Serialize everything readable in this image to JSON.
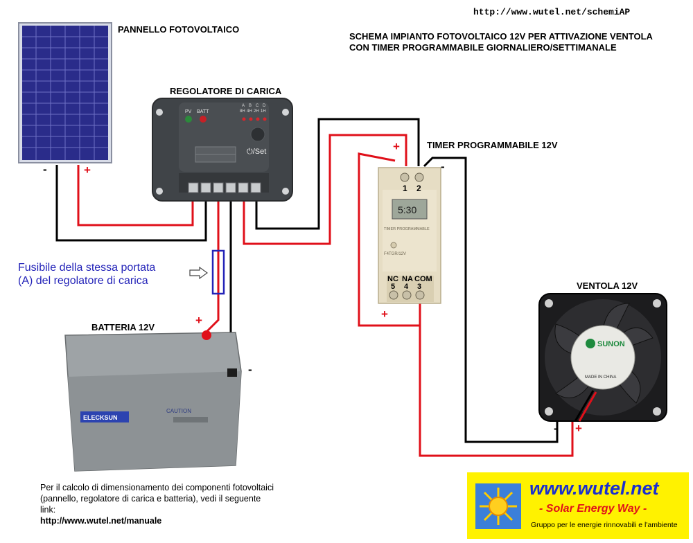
{
  "header": {
    "url": "http://www.wutel.net/schemiAP",
    "title_line1": "SCHEMA IMPIANTO FOTOVOLTAICO 12V PER ATTIVAZIONE VENTOLA",
    "title_line2": "CON TIMER PROGRAMMABILE GIORNALIERO/SETTIMANALE"
  },
  "components": {
    "panel": "PANNELLO FOTOVOLTAICO",
    "regulator": "REGOLATORE DI CARICA",
    "timer": "TIMER PROGRAMMABILE 12V",
    "fan": "VENTOLA 12V",
    "battery": "BATTERIA 12V"
  },
  "regulator_labels": {
    "pv": "PV",
    "batt": "BATT",
    "timer_letters": [
      "A",
      "B",
      "C",
      "D"
    ],
    "timer_hours": [
      "8H",
      "4H",
      "2H",
      "1H"
    ],
    "set": "⏻/Set"
  },
  "timer_labels": {
    "top_terminals": [
      "1",
      "2"
    ],
    "display": "5:30",
    "brand": "TIMER PROGRAMMABLE",
    "model": "F4TGR/12V",
    "bottom_names": [
      "NC",
      "NA",
      "COM"
    ],
    "bottom_numbers": [
      "5",
      "4",
      "3"
    ]
  },
  "fan_labels": {
    "brand": "SUNON",
    "made": "MADE IN CHINA"
  },
  "battery_labels": {
    "brand": "ELECKSUN",
    "caution": "CAUTION"
  },
  "polarity": {
    "panel_minus": "-",
    "panel_plus": "+",
    "battery_plus": "+",
    "battery_minus": "-",
    "timer_top_plus": "+",
    "timer_top_minus": "-",
    "timer_bottom_plus": "+",
    "fan_minus": "-",
    "fan_plus": "+"
  },
  "fuse_note": {
    "line1": "Fusibile della stessa portata",
    "line2": "(A) del regolatore di carica"
  },
  "footnote": {
    "text": "Per il calcolo di dimensionamento dei componenti fotovoltaici (pannello, regolatore di carica e batteria), vedi il seguente link:",
    "link": "http://www.wutel.net/manuale"
  },
  "promo": {
    "site": "www.wutel.net",
    "tagline": "- Solar Energy Way -",
    "description": "Gruppo per le energie rinnovabili e l'ambiente"
  },
  "colors": {
    "wire_red": "#e0101a",
    "wire_black": "#000000",
    "promo_bg": "#fff200",
    "promo_title": "#1a2fd0",
    "fuse_blue": "#2323b8"
  }
}
